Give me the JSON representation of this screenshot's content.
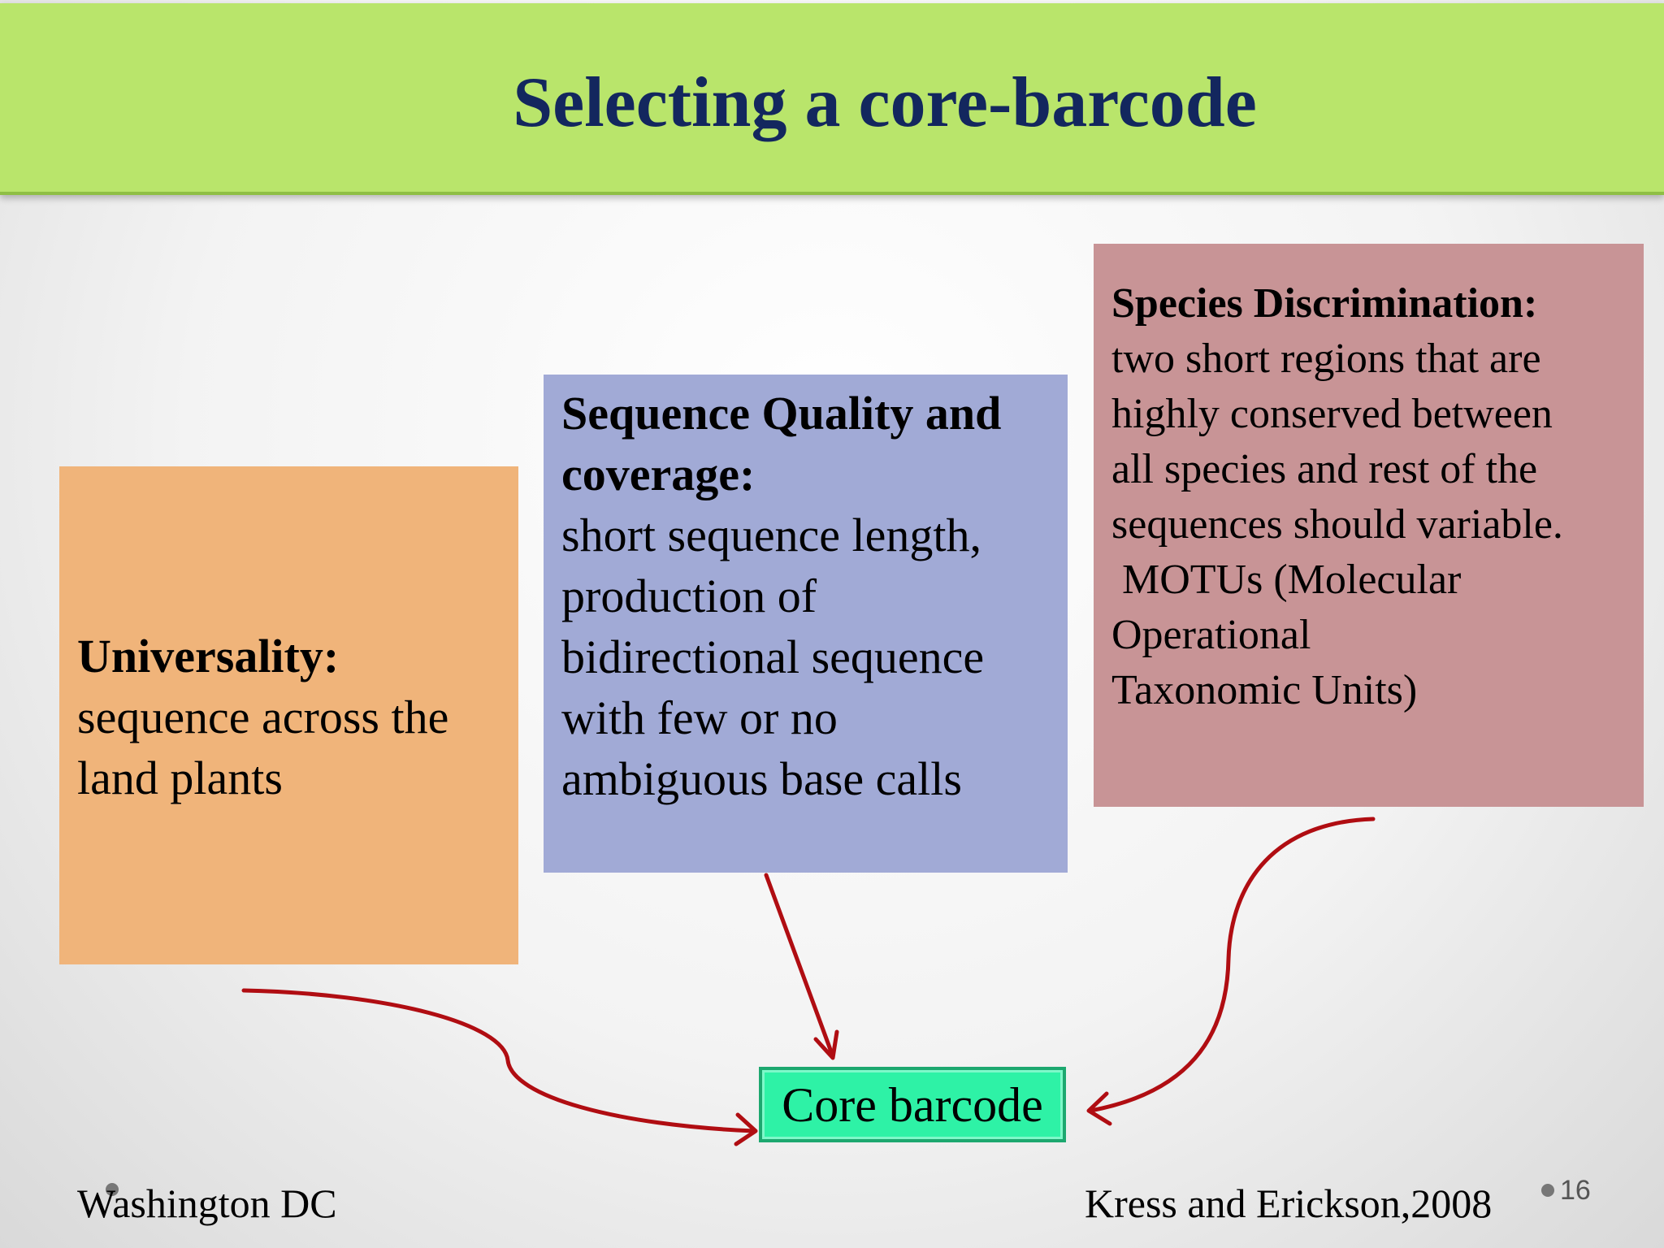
{
  "title": "Selecting a core-barcode",
  "universality": {
    "heading": "Universality:",
    "lines": [
      "sequence across the",
      "land plants"
    ]
  },
  "quality": {
    "heading_lines": [
      "Sequence Quality and",
      "coverage:"
    ],
    "lines": [
      "short sequence length,",
      "production of",
      "bidirectional sequence",
      "with few or no",
      "ambiguous base calls"
    ]
  },
  "species": {
    "heading": "Species Discrimination:",
    "lines": [
      "two short regions that are",
      "highly conserved between",
      "all species and rest of the",
      "sequences should variable.",
      " MOTUs (Molecular",
      "Operational",
      "Taxonomic Units)"
    ]
  },
  "core_barcode": "Core barcode",
  "footer": {
    "location": "Washington DC",
    "citation": "Kress and Erickson,2008",
    "slide_number": "16"
  },
  "colors": {
    "title_bar": "#b9e56b",
    "title_text": "#13275e",
    "universality_box": "#f0b47a",
    "quality_box": "#a1aad6",
    "species_box": "#c89496",
    "core_box": "#2ef2a6",
    "arrow": "#b00d12"
  }
}
